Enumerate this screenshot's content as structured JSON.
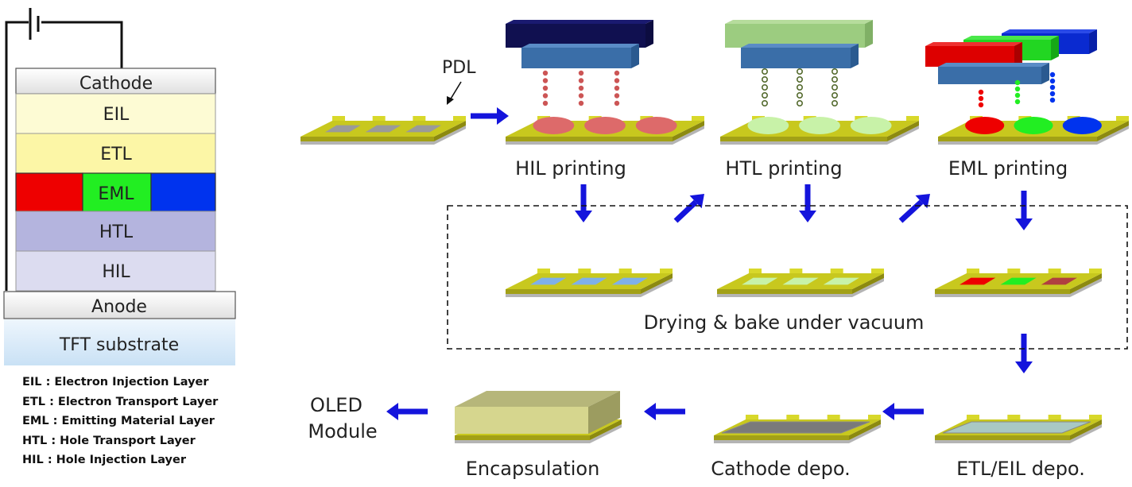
{
  "stack": {
    "layers": [
      "Cathode",
      "EIL",
      "ETL",
      "EML",
      "HTL",
      "HIL",
      "Anode",
      "TFT substrate"
    ]
  },
  "legend": [
    "EIL : Electron Injection Layer",
    "ETL : Electron Transport Layer",
    "EML : Emitting Material Layer",
    "HTL : Hole Transport Layer",
    "HIL : Hole Injection Layer"
  ],
  "process": {
    "pdl_label": "PDL",
    "hil": "HIL printing",
    "htl": "HTL printing",
    "eml": "EML printing",
    "drying": "Drying & bake under vacuum",
    "etl_eil": "ETL/EIL depo.",
    "cathode": "Cathode depo.",
    "encapsulation": "Encapsulation",
    "module_line1": "OLED",
    "module_line2": "Module"
  },
  "colors": {
    "substrate_top": "#c8c81e",
    "substrate_front": "#a2a016",
    "substrate_base": "#b4b4b4",
    "arrow": "#1414dc",
    "red": "#ee0000",
    "green": "#22ee22",
    "blue": "#0033ee",
    "cathode_fill": "#f2f2f2",
    "eil_fill": "#fdfbd4",
    "etl_fill": "#fcf6a6",
    "htl_fill": "#b4b4de",
    "hil_fill": "#dcdcf0",
    "tft_fill": "#d8eaf8"
  }
}
